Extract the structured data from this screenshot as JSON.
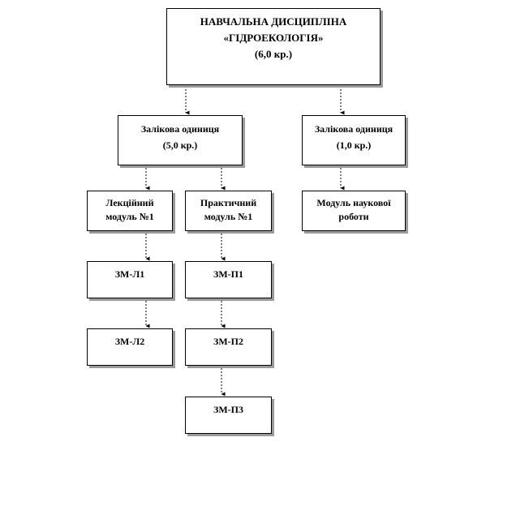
{
  "root": {
    "line1": "НАВЧАЛЬНА  ДИСЦИПЛІНА",
    "line2": "«ГІДРОЕКОЛОГІЯ»",
    "line3": "(6,0 кр.)"
  },
  "credit_units": [
    {
      "line1": "Залікова одиниця",
      "line2": "(5,0 кр.)"
    },
    {
      "line1": "Залікова одиниця",
      "line2": "(1,0 кр.)"
    }
  ],
  "modules": {
    "lecture": {
      "line1": "Лекційний",
      "line2": "модуль №1"
    },
    "practical": {
      "line1": "Практичний",
      "line2": "модуль №1"
    },
    "research": {
      "line1": "Модуль наукової",
      "line2": "роботи"
    }
  },
  "content_modules": {
    "lecture": [
      "ЗМ-Л1",
      "ЗМ-Л2"
    ],
    "practical": [
      "ЗМ-П1",
      "ЗМ-П2",
      "ЗМ-П3"
    ]
  }
}
